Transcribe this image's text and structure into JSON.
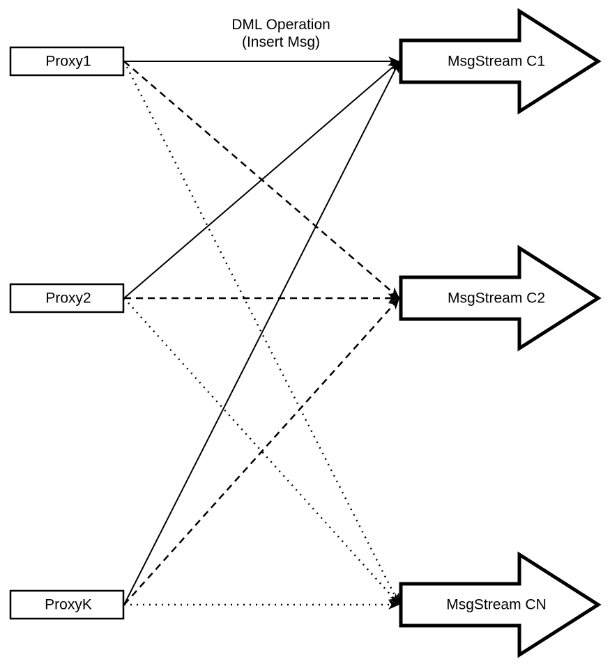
{
  "diagram": {
    "title_label": {
      "line1": "DML Operation",
      "line2": "(Insert Msg)"
    },
    "proxies": [
      {
        "id": "proxy1",
        "label": "Proxy1"
      },
      {
        "id": "proxy2",
        "label": "Proxy2"
      },
      {
        "id": "proxyk",
        "label": "ProxyK"
      }
    ],
    "streams": [
      {
        "id": "c1",
        "label": "MsgStream C1"
      },
      {
        "id": "c2",
        "label": "MsgStream C2"
      },
      {
        "id": "cn",
        "label": "MsgStream CN"
      }
    ],
    "connections": [
      {
        "from": "proxy1",
        "to": "c1",
        "style": "solid"
      },
      {
        "from": "proxy1",
        "to": "c2",
        "style": "dashed"
      },
      {
        "from": "proxy1",
        "to": "cn",
        "style": "dotted"
      },
      {
        "from": "proxy2",
        "to": "c1",
        "style": "solid"
      },
      {
        "from": "proxy2",
        "to": "c2",
        "style": "dashed"
      },
      {
        "from": "proxy2",
        "to": "cn",
        "style": "dotted"
      },
      {
        "from": "proxyk",
        "to": "c1",
        "style": "solid"
      },
      {
        "from": "proxyk",
        "to": "c2",
        "style": "dashed"
      },
      {
        "from": "proxyk",
        "to": "cn",
        "style": "dotted"
      }
    ],
    "colors": {
      "stroke": "#000000",
      "fill": "#ffffff",
      "background": "#ffffff"
    }
  }
}
